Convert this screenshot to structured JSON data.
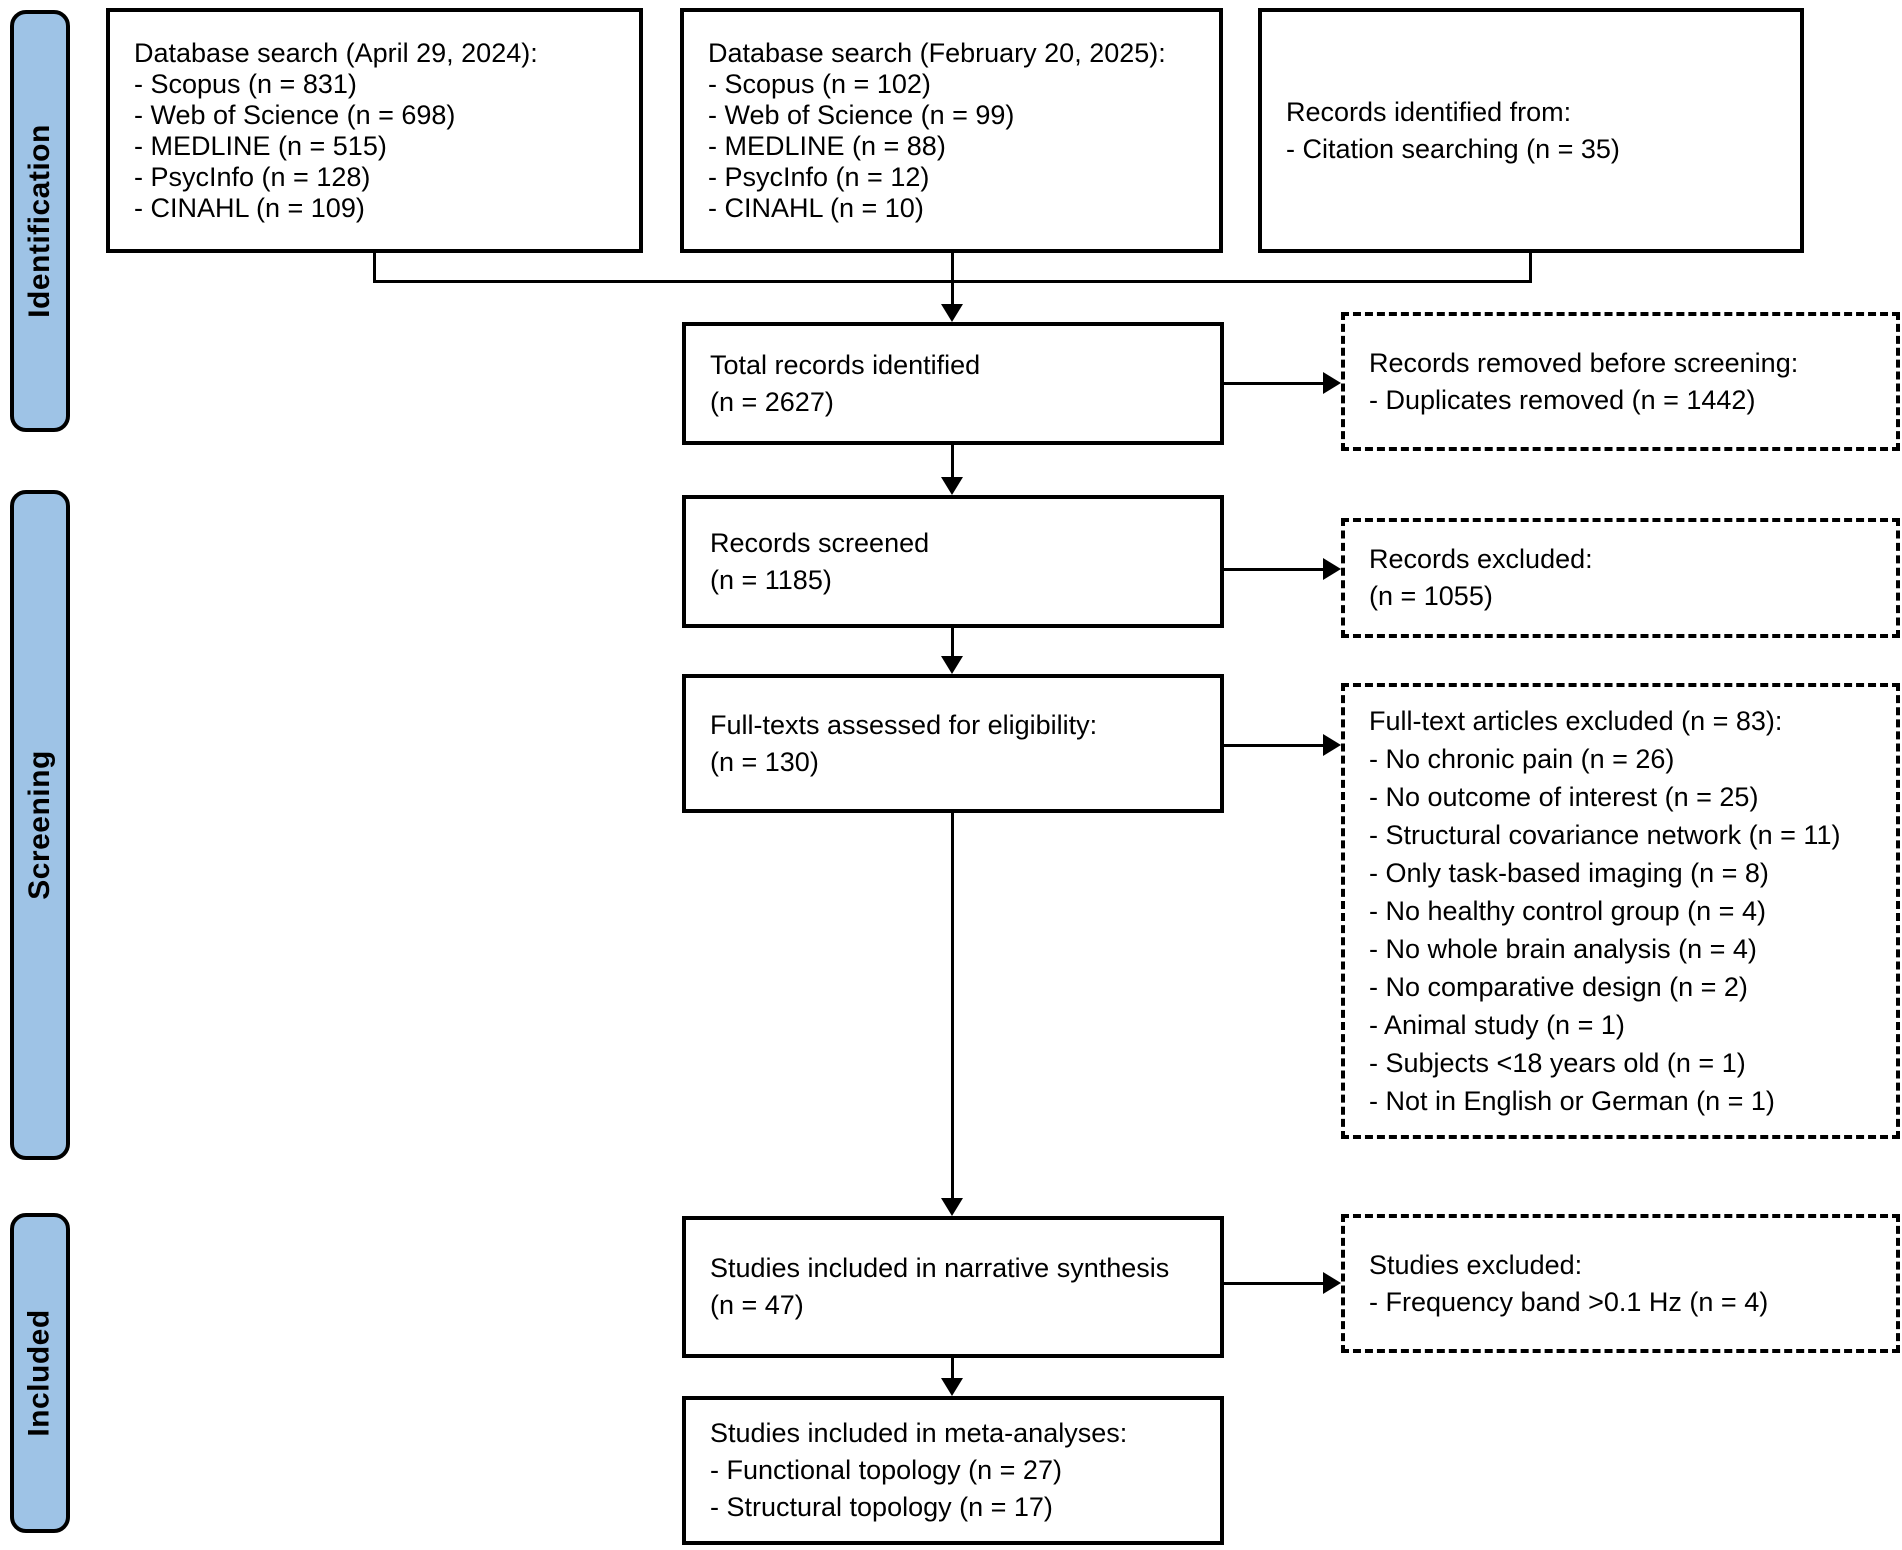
{
  "stages": [
    {
      "label": "Identification"
    },
    {
      "label": "Screening"
    },
    {
      "label": "Included"
    }
  ],
  "boxes": {
    "db_search_2024": {
      "lines": [
        "Database search (April 29, 2024):",
        "- Scopus (n = 831)",
        "- Web of Science (n = 698)",
        "- MEDLINE (n = 515)",
        "- PsycInfo (n = 128)",
        "- CINAHL (n = 109)"
      ]
    },
    "db_search_2025": {
      "lines": [
        "Database search (February 20, 2025):",
        "- Scopus (n = 102)",
        "- Web of Science (n = 99)",
        "- MEDLINE (n = 88)",
        "- PsycInfo (n = 12)",
        "- CINAHL (n = 10)"
      ]
    },
    "citation_searching": {
      "lines": [
        "Records identified from:",
        "- Citation searching (n = 35)"
      ]
    },
    "total_records": {
      "lines": [
        "Total records identified",
        "(n = 2627)"
      ]
    },
    "records_screened": {
      "lines": [
        "Records screened",
        "(n = 1185)"
      ]
    },
    "fulltext_assessed": {
      "lines": [
        "Full-texts assessed for eligibility:",
        "(n = 130)"
      ]
    },
    "narrative_synthesis": {
      "lines": [
        "Studies included in narrative synthesis",
        "(n = 47)"
      ]
    },
    "meta_analyses": {
      "lines": [
        "Studies included in meta-analyses:",
        "- Functional topology (n = 27)",
        "- Structural topology (n = 17)"
      ]
    },
    "removed_before_screening": {
      "lines": [
        "Records removed before screening:",
        "- Duplicates removed (n = 1442)"
      ]
    },
    "records_excluded": {
      "lines": [
        "Records excluded:",
        "(n = 1055)"
      ]
    },
    "fulltext_excluded": {
      "lines": [
        "Full-text articles excluded (n = 83):",
        "- No chronic pain (n = 26)",
        "- No outcome of interest (n = 25)",
        "- Structural covariance network (n = 11)",
        "- Only task-based imaging (n = 8)",
        "- No healthy control group (n = 4)",
        "- No whole brain analysis (n = 4)",
        "- No comparative design (n = 2)",
        "- Animal study (n = 1)",
        "- Subjects <18 years old (n = 1)",
        "- Not in English or German (n = 1)"
      ]
    },
    "studies_excluded": {
      "lines": [
        "Studies excluded:",
        "- Frequency band >0.1 Hz (n = 4)"
      ]
    }
  },
  "colors": {
    "stage_fill": "#9ec3e6",
    "line_color": "#000000",
    "background": "#ffffff"
  }
}
